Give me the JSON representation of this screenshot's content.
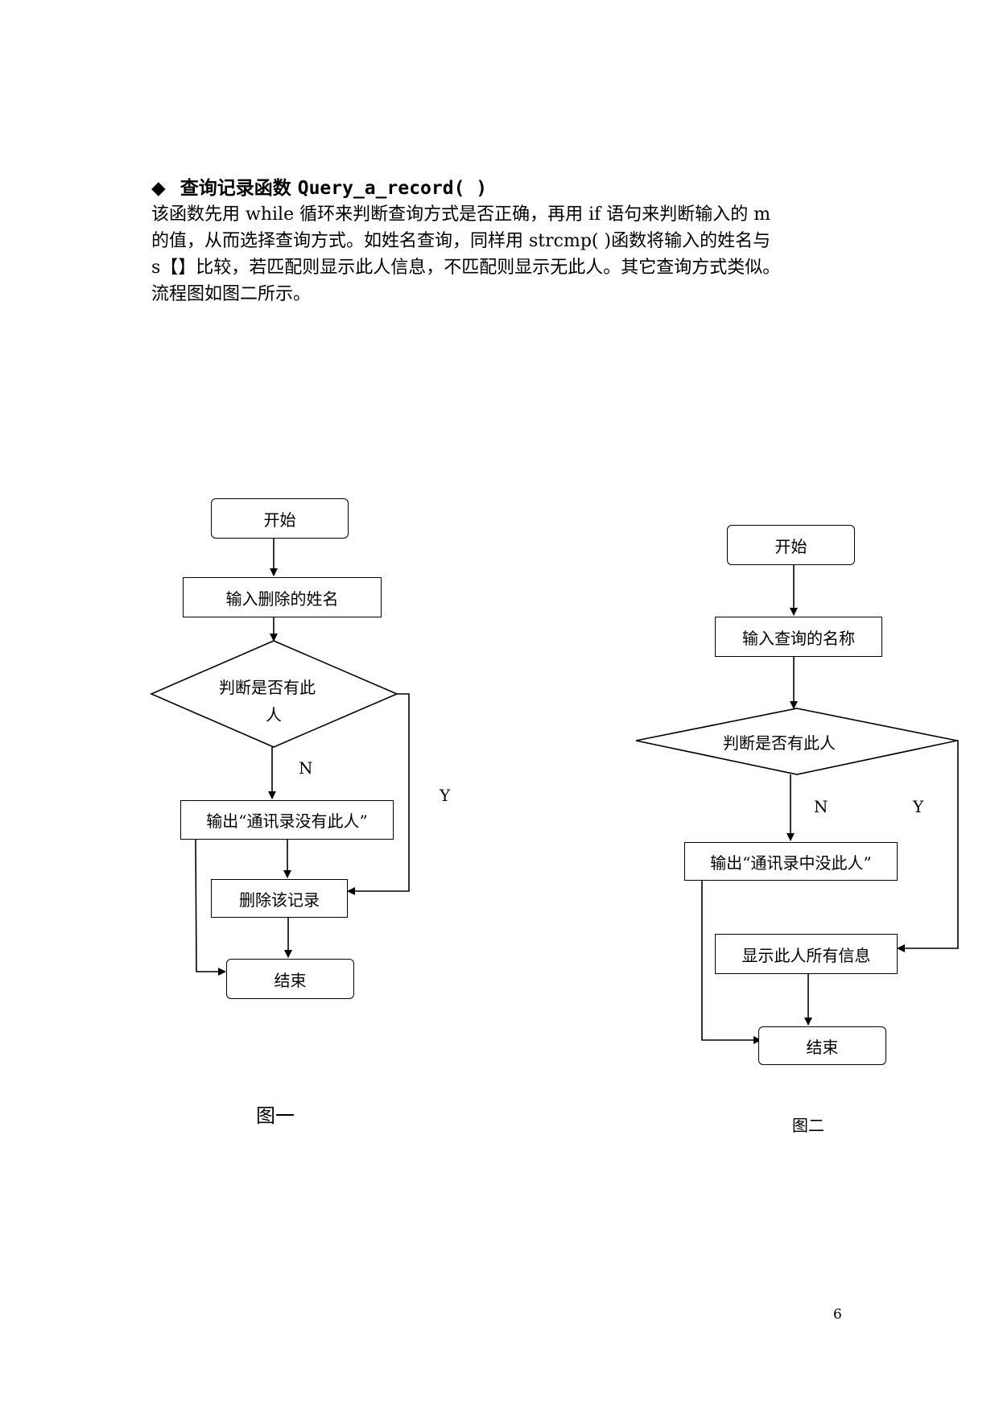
{
  "section": {
    "bullet": "◆",
    "title_cn": "查询记录函数",
    "title_code": "Query_a_record( )",
    "paragraph": [
      "该函数先用 while 循环来判断查询方式是否正确，再用 if 语句来判断输入的 m",
      "的值，从而选择查询方式。如姓名查询，同样用 strcmp( )函数将输入的姓名与",
      "s【】比较，若匹配则显示此人信息，不匹配则显示无此人。其它查询方式类似。",
      "流程图如图二所示。"
    ]
  },
  "flowchart1": {
    "start": "开始",
    "input": "输入删除的姓名",
    "decision_line1": "判断是否有此",
    "decision_line2": "人",
    "no_label": "N",
    "yes_label": "Y",
    "output": "输出“通讯录没有此人”",
    "delete": "删除该记录",
    "end": "结束",
    "caption": "图一"
  },
  "flowchart2": {
    "start": "开始",
    "input": "输入查询的名称",
    "decision": "判断是否有此人",
    "no_label": "N",
    "yes_label": "Y",
    "output": "输出“通讯录中没此人”",
    "display": "显示此人所有信息",
    "end": "结束",
    "caption": "图二"
  },
  "page_number": "6"
}
